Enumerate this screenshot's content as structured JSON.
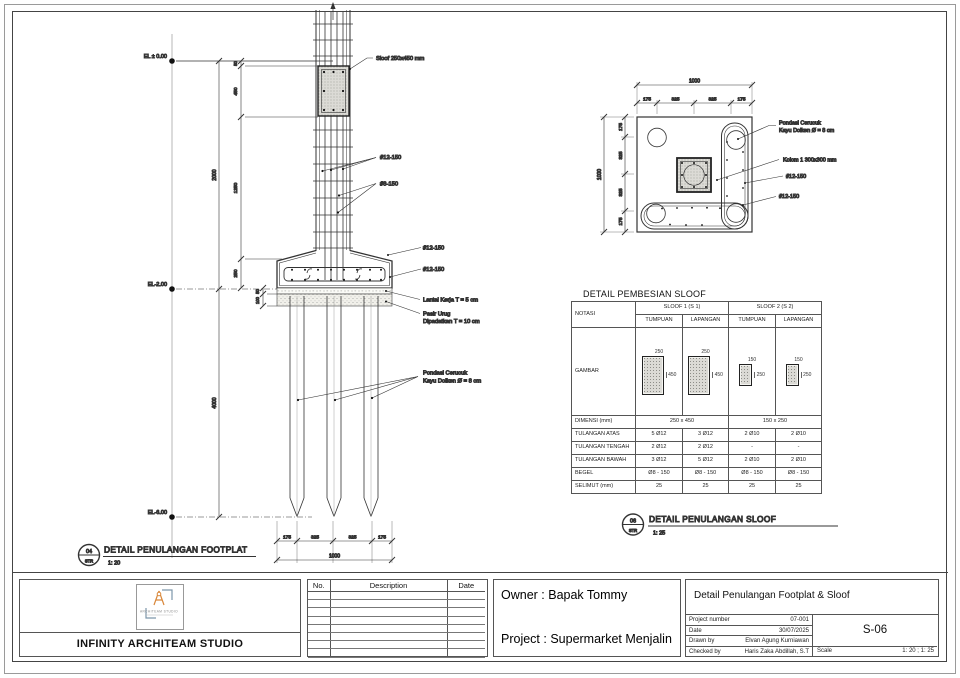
{
  "section": {
    "elevations": {
      "top": "EL ± 0.00",
      "mid": "EL-2.00",
      "bottom": "EL-6.00"
    },
    "labels": {
      "sloof": "Sloof 250x450 mm",
      "kolom_bar": "#12-150",
      "stirrup": "#8-150",
      "foot_top_bar": "#12-150",
      "foot_bot_bar": "#12-150",
      "lantai": "Lantai Kerja T = 5 cm",
      "pasir1": "Pasir Urug",
      "pasir2": "Dipadatkan T = 10 cm",
      "cerucuk1": "Pondasi Cerucuk",
      "cerucuk2": "Kayu Dolken Ø = 8 cm"
    },
    "dims": {
      "v50a": "50",
      "v450": "450",
      "v1250": "1250",
      "v250": "250",
      "v2000": "2000",
      "v4000": "4000",
      "v50b": "50",
      "v100": "100",
      "w175a": "175",
      "w325a": "325",
      "w325b": "325",
      "w175b": "175",
      "w1000": "1000"
    }
  },
  "plan": {
    "labels": {
      "cerucuk1": "Pondasi Cerucuk",
      "cerucuk2": "Kayu Dolken Ø = 8 cm",
      "kolom": "Kolom 1 300x300 mm",
      "bar1": "#12-150",
      "bar2": "#12-150"
    },
    "dims": {
      "total": "1000",
      "seg1": "175",
      "seg2": "325",
      "seg3": "325",
      "seg4": "175",
      "ltotal": "1000",
      "lseg1": "175",
      "lseg2": "325",
      "lseg3": "325",
      "lseg4": "175"
    }
  },
  "pembesian": {
    "title": "DETAIL PEMBESIAN SLOOF",
    "notasi": "NOTASI",
    "sloof1": "SLOOF 1 (S 1)",
    "sloof2": "SLOOF 2 (S 2)",
    "tumpuan": "TUMPUAN",
    "lapangan": "LAPANGAN",
    "gambar": "GAMBAR",
    "fig": {
      "s1w": "250",
      "s1h": "450",
      "s2w": "150",
      "s2h": "250"
    },
    "rows": [
      {
        "label": "DIMENSI (mm)",
        "c1": "250 x 450",
        "c2": "150 x 250"
      },
      {
        "label": "TULANGAN ATAS",
        "c1": "5 Ø12",
        "c2": "3 Ø12",
        "c3": "2 Ø10",
        "c4": "2 Ø10"
      },
      {
        "label": "TULANGAN TENGAH",
        "c1": "2 Ø12",
        "c2": "2 Ø12",
        "c3": "-",
        "c4": "-"
      },
      {
        "label": "TULANGAN BAWAH",
        "c1": "3 Ø12",
        "c2": "5 Ø12",
        "c3": "2 Ø10",
        "c4": "2 Ø10"
      },
      {
        "label": "BEGEL",
        "c1": "Ø8 - 150",
        "c2": "Ø8 - 150",
        "c3": "Ø8 - 150",
        "c4": "Ø8 - 150"
      },
      {
        "label": "SELIMUT (mm)",
        "c1": "25",
        "c2": "25",
        "c3": "25",
        "c4": "25"
      }
    ]
  },
  "details": {
    "footplat": {
      "num": "04",
      "tag": "STR",
      "title": "DETAIL PENULANGAN FOOTPLAT",
      "scale": "1: 20"
    },
    "sloof": {
      "num": "06",
      "tag": "STR",
      "title": "DETAIL PENULANGAN SLOOF",
      "scale": "1: 25"
    }
  },
  "titleblock": {
    "company": "INFINITY ARCHITEAM STUDIO",
    "logo_caption": "ARCHITEAM STUDIO",
    "rev": {
      "no": "No.",
      "description": "Description",
      "date": "Date"
    },
    "owner": "Owner : Bapak Tommy",
    "project": "Project : Supermarket Menjalin",
    "sheet_title": "Detail Penulangan Footplat & Sloof",
    "fields": [
      {
        "label": "Project number",
        "value": "07-001"
      },
      {
        "label": "Date",
        "value": "30/07/2025"
      },
      {
        "label": "Drawn by",
        "value": "Elvan Agung Kurniawan"
      },
      {
        "label": "Checked by",
        "value": "Haris Zaka Abdillah, S.T"
      }
    ],
    "sheet_no": "S-06",
    "scale_label": "Scale",
    "scale_value": "1: 20 ; 1: 25"
  }
}
